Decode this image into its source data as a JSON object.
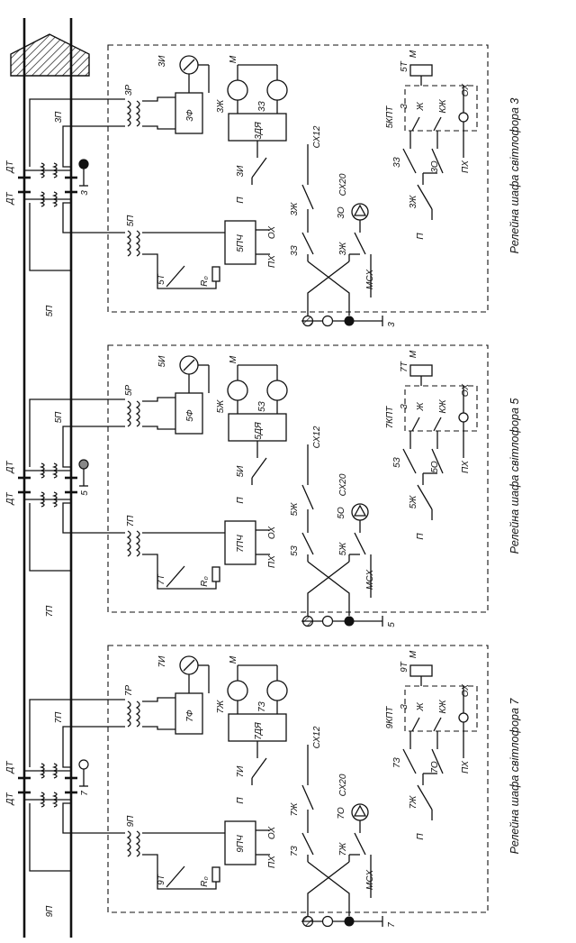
{
  "cabinets": [
    {
      "caption": "Релейна шафа світлофора 3",
      "signal": "3",
      "track": "3П",
      "track_lower": "5П",
      "phase_relay": "3Ф",
      "route_relay": "3Р",
      "lamp_I": "3И",
      "light_Y": "3Ж",
      "light_G": "3З",
      "control_relay": "3ДЯ",
      "input_relay": "5П",
      "pulse_relay": "5ПЧ",
      "pulse_contact": "5Т",
      "ox": "ОХ",
      "px": "ПХ",
      "kptt": "5КПТ",
      "kt": "5Т",
      "m": "М",
      "sx12": "СХ12",
      "sx20": "СХ20",
      "o": "3О",
      "msx": "МСХ",
      "zh": "Ж",
      "kzh": "КЖ",
      "z": "З",
      "p": "П",
      "r0": "R₀",
      "dt": "ДТ",
      "signal_color": "#111111"
    },
    {
      "caption": "Релейна шафа світлофора 5",
      "signal": "5",
      "track": "5П",
      "track_lower": "7П",
      "phase_relay": "5Ф",
      "route_relay": "5Р",
      "lamp_I": "5И",
      "light_Y": "5Ж",
      "light_G": "5З",
      "control_relay": "5ДЯ",
      "input_relay": "7П",
      "pulse_relay": "7ПЧ",
      "pulse_contact": "7Т",
      "ox": "ОХ",
      "px": "ПХ",
      "kptt": "7КПТ",
      "kt": "7Т",
      "m": "М",
      "sx12": "СХ12",
      "sx20": "СХ20",
      "o": "5О",
      "msx": "МСХ",
      "zh": "Ж",
      "kzh": "КЖ",
      "z": "З",
      "p": "П",
      "r0": "R₀",
      "dt": "ДТ",
      "signal_color": "#888888"
    },
    {
      "caption": "Релейна шафа світлофора 7",
      "signal": "7",
      "track": "7П",
      "track_lower": "9П",
      "phase_relay": "7Ф",
      "route_relay": "7Р",
      "lamp_I": "7И",
      "light_Y": "7Ж",
      "light_G": "7З",
      "control_relay": "7ДЯ",
      "input_relay": "9П",
      "pulse_relay": "9ПЧ",
      "pulse_contact": "9Т",
      "ox": "ОХ",
      "px": "ПХ",
      "kptt": "9КПТ",
      "kt": "9Т",
      "m": "М",
      "sx12": "СХ12",
      "sx20": "СХ20",
      "o": "7О",
      "msx": "МСХ",
      "zh": "Ж",
      "kzh": "КЖ",
      "z": "З",
      "p": "П",
      "r0": "R₀",
      "dt": "ДТ",
      "signal_color": "#ffffff"
    }
  ]
}
